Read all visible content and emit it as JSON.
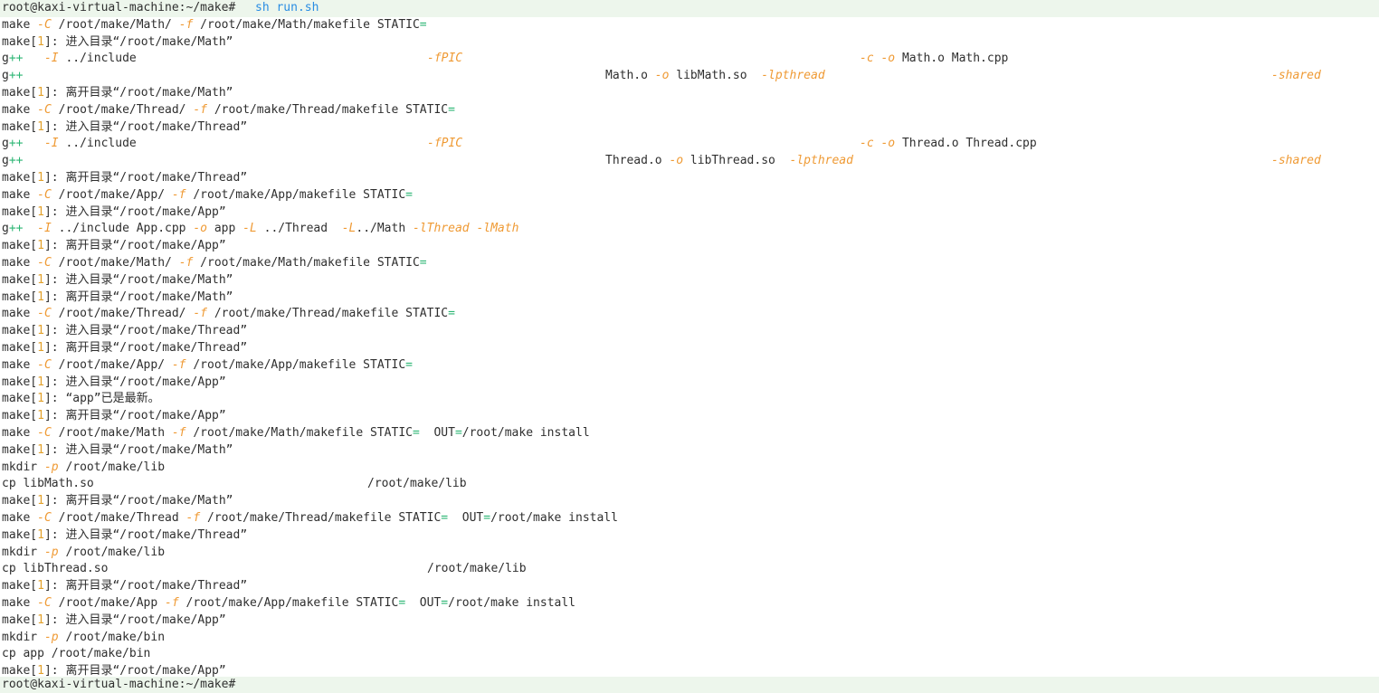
{
  "terminal": {
    "prompt_user_host": "root@kaxi-virtual-machine:~/make#",
    "first_command": "sh run.sh",
    "final_prompt": "root@kaxi-virtual-machine:~/make#",
    "lines": [
      [
        {
          "text": "make ",
          "s": "plain"
        },
        {
          "text": "-C",
          "s": "flag"
        },
        {
          "text": " /root/make/Math/ ",
          "s": "plain"
        },
        {
          "text": "-f",
          "s": "flag"
        },
        {
          "text": " /root/make/Math/makefile STATIC",
          "s": "plain"
        },
        {
          "text": "=",
          "s": "op"
        }
      ],
      [
        {
          "text": "make[",
          "s": "plain"
        },
        {
          "text": "1",
          "s": "num"
        },
        {
          "text": "]: 进入目录“/root/make/Math”",
          "s": "plain"
        }
      ],
      [
        {
          "text": "g",
          "s": "plain"
        },
        {
          "text": "++",
          "s": "op"
        },
        {
          "text": "   ",
          "s": "plain"
        },
        {
          "text": "-I",
          "s": "flag"
        },
        {
          "text": " ../include",
          "s": "plain"
        },
        {
          "text": "-fPIC",
          "s": "flag",
          "col": 472
        },
        {
          "text": "-c",
          "s": "flag",
          "col": 950
        },
        {
          "text": " ",
          "s": "plain"
        },
        {
          "text": "-o",
          "s": "flag"
        },
        {
          "text": " Math.o Math.cpp",
          "s": "plain"
        }
      ],
      [
        {
          "text": "g",
          "s": "plain"
        },
        {
          "text": "++",
          "s": "op"
        },
        {
          "text": "Math.o ",
          "s": "plain",
          "col": 669
        },
        {
          "text": "-o",
          "s": "flag"
        },
        {
          "text": " libMath.so  ",
          "s": "plain"
        },
        {
          "text": "-lpthread",
          "s": "flag"
        },
        {
          "text": "-shared",
          "s": "flag",
          "col": 1405
        }
      ],
      [
        {
          "text": "make[",
          "s": "plain"
        },
        {
          "text": "1",
          "s": "num"
        },
        {
          "text": "]: 离开目录“/root/make/Math”",
          "s": "plain"
        }
      ],
      [
        {
          "text": "make ",
          "s": "plain"
        },
        {
          "text": "-C",
          "s": "flag"
        },
        {
          "text": " /root/make/Thread/ ",
          "s": "plain"
        },
        {
          "text": "-f",
          "s": "flag"
        },
        {
          "text": " /root/make/Thread/makefile STATIC",
          "s": "plain"
        },
        {
          "text": "=",
          "s": "op"
        }
      ],
      [
        {
          "text": "make[",
          "s": "plain"
        },
        {
          "text": "1",
          "s": "num"
        },
        {
          "text": "]: 进入目录“/root/make/Thread”",
          "s": "plain"
        }
      ],
      [
        {
          "text": "g",
          "s": "plain"
        },
        {
          "text": "++",
          "s": "op"
        },
        {
          "text": "   ",
          "s": "plain"
        },
        {
          "text": "-I",
          "s": "flag"
        },
        {
          "text": " ../include",
          "s": "plain"
        },
        {
          "text": "-fPIC",
          "s": "flag",
          "col": 472
        },
        {
          "text": "-c",
          "s": "flag",
          "col": 950
        },
        {
          "text": " ",
          "s": "plain"
        },
        {
          "text": "-o",
          "s": "flag"
        },
        {
          "text": " Thread.o Thread.cpp",
          "s": "plain"
        }
      ],
      [
        {
          "text": "g",
          "s": "plain"
        },
        {
          "text": "++",
          "s": "op"
        },
        {
          "text": "Thread.o ",
          "s": "plain",
          "col": 669
        },
        {
          "text": "-o",
          "s": "flag"
        },
        {
          "text": " libThread.so  ",
          "s": "plain"
        },
        {
          "text": "-lpthread",
          "s": "flag"
        },
        {
          "text": "-shared",
          "s": "flag",
          "col": 1405
        }
      ],
      [
        {
          "text": "make[",
          "s": "plain"
        },
        {
          "text": "1",
          "s": "num"
        },
        {
          "text": "]: 离开目录“/root/make/Thread”",
          "s": "plain"
        }
      ],
      [
        {
          "text": "make ",
          "s": "plain"
        },
        {
          "text": "-C",
          "s": "flag"
        },
        {
          "text": " /root/make/App/ ",
          "s": "plain"
        },
        {
          "text": "-f",
          "s": "flag"
        },
        {
          "text": " /root/make/App/makefile STATIC",
          "s": "plain"
        },
        {
          "text": "=",
          "s": "op"
        }
      ],
      [
        {
          "text": "make[",
          "s": "plain"
        },
        {
          "text": "1",
          "s": "num"
        },
        {
          "text": "]: 进入目录“/root/make/App”",
          "s": "plain"
        }
      ],
      [
        {
          "text": "g",
          "s": "plain"
        },
        {
          "text": "++",
          "s": "op"
        },
        {
          "text": "  ",
          "s": "plain"
        },
        {
          "text": "-I",
          "s": "flag"
        },
        {
          "text": " ../include App.cpp ",
          "s": "plain"
        },
        {
          "text": "-o",
          "s": "flag"
        },
        {
          "text": " app ",
          "s": "plain"
        },
        {
          "text": "-L",
          "s": "flag"
        },
        {
          "text": " ../Thread  ",
          "s": "plain"
        },
        {
          "text": "-L",
          "s": "flag"
        },
        {
          "text": "../Math ",
          "s": "plain"
        },
        {
          "text": "-lThread",
          "s": "flag"
        },
        {
          "text": " ",
          "s": "plain"
        },
        {
          "text": "-lMath",
          "s": "flag"
        }
      ],
      [
        {
          "text": "make[",
          "s": "plain"
        },
        {
          "text": "1",
          "s": "num"
        },
        {
          "text": "]: 离开目录“/root/make/App”",
          "s": "plain"
        }
      ],
      [
        {
          "text": "make ",
          "s": "plain"
        },
        {
          "text": "-C",
          "s": "flag"
        },
        {
          "text": " /root/make/Math/ ",
          "s": "plain"
        },
        {
          "text": "-f",
          "s": "flag"
        },
        {
          "text": " /root/make/Math/makefile STATIC",
          "s": "plain"
        },
        {
          "text": "=",
          "s": "op"
        }
      ],
      [
        {
          "text": "make[",
          "s": "plain"
        },
        {
          "text": "1",
          "s": "num"
        },
        {
          "text": "]: 进入目录“/root/make/Math”",
          "s": "plain"
        }
      ],
      [
        {
          "text": "make[",
          "s": "plain"
        },
        {
          "text": "1",
          "s": "num"
        },
        {
          "text": "]: 离开目录“/root/make/Math”",
          "s": "plain"
        }
      ],
      [
        {
          "text": "make ",
          "s": "plain"
        },
        {
          "text": "-C",
          "s": "flag"
        },
        {
          "text": " /root/make/Thread/ ",
          "s": "plain"
        },
        {
          "text": "-f",
          "s": "flag"
        },
        {
          "text": " /root/make/Thread/makefile STATIC",
          "s": "plain"
        },
        {
          "text": "=",
          "s": "op"
        }
      ],
      [
        {
          "text": "make[",
          "s": "plain"
        },
        {
          "text": "1",
          "s": "num"
        },
        {
          "text": "]: 进入目录“/root/make/Thread”",
          "s": "plain"
        }
      ],
      [
        {
          "text": "make[",
          "s": "plain"
        },
        {
          "text": "1",
          "s": "num"
        },
        {
          "text": "]: 离开目录“/root/make/Thread”",
          "s": "plain"
        }
      ],
      [
        {
          "text": "make ",
          "s": "plain"
        },
        {
          "text": "-C",
          "s": "flag"
        },
        {
          "text": " /root/make/App/ ",
          "s": "plain"
        },
        {
          "text": "-f",
          "s": "flag"
        },
        {
          "text": " /root/make/App/makefile STATIC",
          "s": "plain"
        },
        {
          "text": "=",
          "s": "op"
        }
      ],
      [
        {
          "text": "make[",
          "s": "plain"
        },
        {
          "text": "1",
          "s": "num"
        },
        {
          "text": "]: 进入目录“/root/make/App”",
          "s": "plain"
        }
      ],
      [
        {
          "text": "make[",
          "s": "plain"
        },
        {
          "text": "1",
          "s": "num"
        },
        {
          "text": "]: “app”已是最新。",
          "s": "plain"
        }
      ],
      [
        {
          "text": "make[",
          "s": "plain"
        },
        {
          "text": "1",
          "s": "num"
        },
        {
          "text": "]: 离开目录“/root/make/App”",
          "s": "plain"
        }
      ],
      [
        {
          "text": "make ",
          "s": "plain"
        },
        {
          "text": "-C",
          "s": "flag"
        },
        {
          "text": " /root/make/Math ",
          "s": "plain"
        },
        {
          "text": "-f",
          "s": "flag"
        },
        {
          "text": " /root/make/Math/makefile STATIC",
          "s": "plain"
        },
        {
          "text": "=",
          "s": "op"
        },
        {
          "text": "  OUT",
          "s": "plain"
        },
        {
          "text": "=",
          "s": "op"
        },
        {
          "text": "/root/make install",
          "s": "plain"
        }
      ],
      [
        {
          "text": "make[",
          "s": "plain"
        },
        {
          "text": "1",
          "s": "num"
        },
        {
          "text": "]: 进入目录“/root/make/Math”",
          "s": "plain"
        }
      ],
      [
        {
          "text": "mkdir ",
          "s": "plain"
        },
        {
          "text": "-p",
          "s": "flag"
        },
        {
          "text": " /root/make/lib",
          "s": "plain"
        }
      ],
      [
        {
          "text": "cp libMath.so",
          "s": "plain"
        },
        {
          "text": "/root/make/lib",
          "s": "plain",
          "col": 406
        }
      ],
      [
        {
          "text": "make[",
          "s": "plain"
        },
        {
          "text": "1",
          "s": "num"
        },
        {
          "text": "]: 离开目录“/root/make/Math”",
          "s": "plain"
        }
      ],
      [
        {
          "text": "make ",
          "s": "plain"
        },
        {
          "text": "-C",
          "s": "flag"
        },
        {
          "text": " /root/make/Thread ",
          "s": "plain"
        },
        {
          "text": "-f",
          "s": "flag"
        },
        {
          "text": " /root/make/Thread/makefile STATIC",
          "s": "plain"
        },
        {
          "text": "=",
          "s": "op"
        },
        {
          "text": "  OUT",
          "s": "plain"
        },
        {
          "text": "=",
          "s": "op"
        },
        {
          "text": "/root/make install",
          "s": "plain"
        }
      ],
      [
        {
          "text": "make[",
          "s": "plain"
        },
        {
          "text": "1",
          "s": "num"
        },
        {
          "text": "]: 进入目录“/root/make/Thread”",
          "s": "plain"
        }
      ],
      [
        {
          "text": "mkdir ",
          "s": "plain"
        },
        {
          "text": "-p",
          "s": "flag"
        },
        {
          "text": " /root/make/lib",
          "s": "plain"
        }
      ],
      [
        {
          "text": "cp libThread.so",
          "s": "plain"
        },
        {
          "text": "/root/make/lib",
          "s": "plain",
          "col": 472
        }
      ],
      [
        {
          "text": "make[",
          "s": "plain"
        },
        {
          "text": "1",
          "s": "num"
        },
        {
          "text": "]: 离开目录“/root/make/Thread”",
          "s": "plain"
        }
      ],
      [
        {
          "text": "make ",
          "s": "plain"
        },
        {
          "text": "-C",
          "s": "flag"
        },
        {
          "text": " /root/make/App ",
          "s": "plain"
        },
        {
          "text": "-f",
          "s": "flag"
        },
        {
          "text": " /root/make/App/makefile STATIC",
          "s": "plain"
        },
        {
          "text": "=",
          "s": "op"
        },
        {
          "text": "  OUT",
          "s": "plain"
        },
        {
          "text": "=",
          "s": "op"
        },
        {
          "text": "/root/make install",
          "s": "plain"
        }
      ],
      [
        {
          "text": "make[",
          "s": "plain"
        },
        {
          "text": "1",
          "s": "num"
        },
        {
          "text": "]: 进入目录“/root/make/App”",
          "s": "plain"
        }
      ],
      [
        {
          "text": "mkdir ",
          "s": "plain"
        },
        {
          "text": "-p",
          "s": "flag"
        },
        {
          "text": " /root/make/bin",
          "s": "plain"
        }
      ],
      [
        {
          "text": "cp app /root/make/bin",
          "s": "plain"
        }
      ],
      [
        {
          "text": "make[",
          "s": "plain"
        },
        {
          "text": "1",
          "s": "num"
        },
        {
          "text": "]: 离开目录“/root/make/App”",
          "s": "plain"
        }
      ]
    ]
  },
  "colors": {
    "background": "#ffffff",
    "text": "#2f2f2f",
    "flag": "#ef9a34",
    "number": "#e2a12c",
    "operator": "#2bb673",
    "command": "#2a8de3",
    "prompt_line_highlight": "#edf6ec"
  }
}
